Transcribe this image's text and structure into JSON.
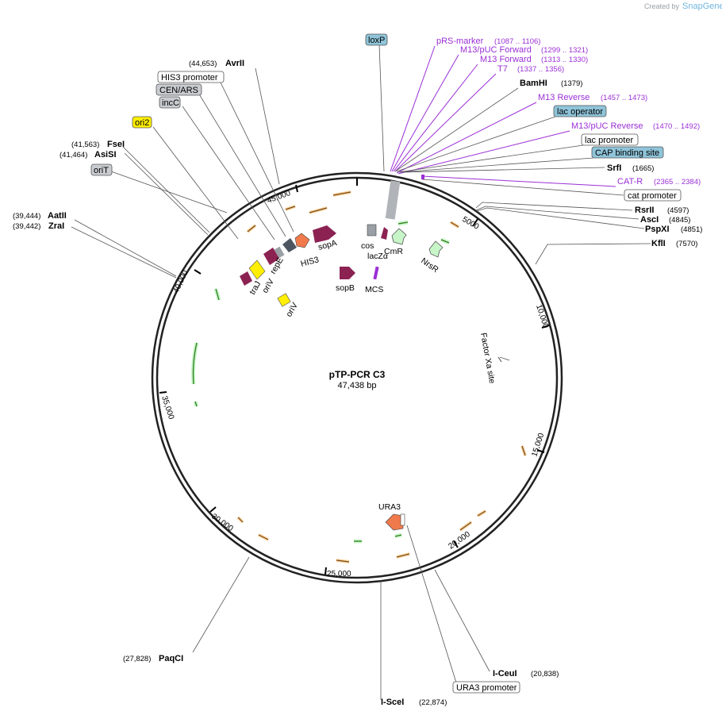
{
  "credit": {
    "created_by": "Created by",
    "brand": "SnapGene"
  },
  "plasmid": {
    "name": "pTP-PCR C3",
    "length": "47,438 bp"
  },
  "ticks": [
    "5000",
    "10,000",
    "15,000",
    "20,000",
    "25,000",
    "30,000",
    "35,000",
    "40,000",
    "45,000"
  ],
  "enzymes": {
    "bamhi": {
      "name": "BamHI",
      "pos": "(1379)"
    },
    "srfi": {
      "name": "SrfI",
      "pos": "(1665)"
    },
    "rsrii": {
      "name": "RsrII",
      "pos": "(4597)"
    },
    "asci": {
      "name": "AscI",
      "pos": "(4845)"
    },
    "pspxi": {
      "name": "PspXI",
      "pos": "(4851)"
    },
    "kfli": {
      "name": "KflI",
      "pos": "(7570)"
    },
    "iceui": {
      "name": "I-CeuI",
      "pos": "(20,838)"
    },
    "iscei": {
      "name": "I-SceI",
      "pos": "(22,874)"
    },
    "paqci": {
      "name": "PaqCI",
      "pos": "(27,828)"
    },
    "aatii": {
      "name": "AatII",
      "pos": "(39,444)"
    },
    "zrai": {
      "name": "ZraI",
      "pos": "(39,442)"
    },
    "asisi": {
      "name": "AsiSI",
      "pos": "(41,464)"
    },
    "fsei": {
      "name": "FseI",
      "pos": "(41,563)"
    },
    "avrii": {
      "name": "AvrII",
      "pos": "(44,653)"
    }
  },
  "primers": {
    "prs": {
      "name": "pRS-marker",
      "pos": "(1087 .. 1106)"
    },
    "m13f": {
      "name": "M13/pUC Forward",
      "pos": "(1299 .. 1321)"
    },
    "m13fwd": {
      "name": "M13 Forward",
      "pos": "(1313 .. 1330)"
    },
    "t7": {
      "name": "T7",
      "pos": "(1337 .. 1356)"
    },
    "m13rev": {
      "name": "M13 Reverse",
      "pos": "(1457 .. 1473)"
    },
    "m13r": {
      "name": "M13/pUC Reverse",
      "pos": "(1470 .. 1492)"
    },
    "catr": {
      "name": "CAT-R",
      "pos": "(2365 .. 2384)"
    }
  },
  "boxed_features": {
    "loxp": "loxP",
    "lac_operator": "lac operator",
    "lac_promoter": "lac promoter",
    "cap": "CAP binding site",
    "cat_promoter": "cat promoter",
    "his3_promoter": "HIS3 promoter",
    "cen_ars": "CEN/ARS",
    "incc": "incC",
    "ori2": "ori2",
    "orit": "oriT",
    "ura3_promoter": "URA3 promoter"
  },
  "features": {
    "sopa": "sopA",
    "his3": "HIS3",
    "repe": "repE",
    "oriv1": "oriV",
    "oriv2": "oriV",
    "tra1": "traJ",
    "sopb": "sopB",
    "mcs": "MCS",
    "cos": "cos",
    "lacz": "lacZα",
    "cmr": "CmR",
    "nrsr": "NrsR",
    "factor_xa": "Factor Xa site",
    "ura3": "URA3"
  },
  "colors": {
    "magenta": "#8b2252",
    "orange": "#f07a4b",
    "yellow": "#ffee00",
    "grey": "#9aa0a6",
    "dark_grey": "#4d5560",
    "light_green": "#c8f5c8",
    "primer": "#9b2fd6",
    "boxed_blue": "#8fc4d9"
  }
}
